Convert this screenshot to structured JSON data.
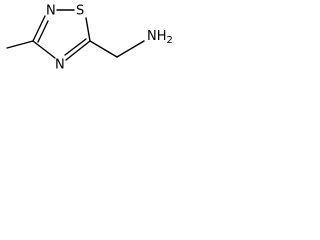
{
  "structure": {
    "atoms": {
      "n_top": "N",
      "s_ring": "S",
      "n_bottom": "N",
      "amine": "NH",
      "amine_subscript": "2"
    }
  }
}
